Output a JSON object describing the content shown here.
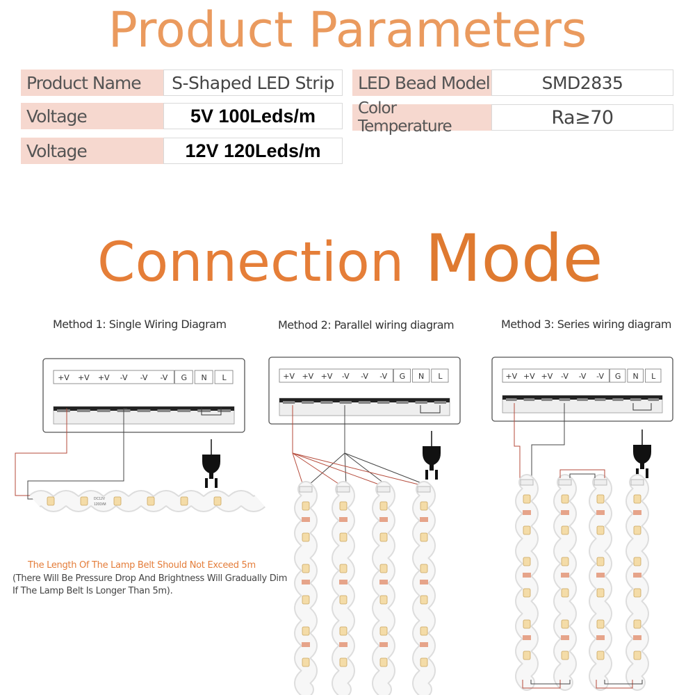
{
  "title": "Product Parameters",
  "params": {
    "name_label": "Product Name",
    "name_value": "S-Shaped LED Strip",
    "voltage1_label": "Voltage",
    "voltage1_value": "5V 100Leds/m",
    "voltage2_label": "Voltage",
    "voltage2_value": "12V 120Leds/m",
    "bead_label": "LED Bead Model",
    "bead_value": "SMD2835",
    "ct_label": "Color Temperature",
    "ct_value": "Ra≥70"
  },
  "connection": {
    "word1": "Connection",
    "word2": "Mode"
  },
  "methods": [
    {
      "label": "Method 1: Single Wiring Diagram"
    },
    {
      "label": "Method 2: Parallel wiring diagram"
    },
    {
      "label": "Method 3: Series wiring diagram"
    }
  ],
  "terminals": [
    "+V",
    "+V",
    "+V",
    "-V",
    "-V",
    "-V",
    "G",
    "N",
    "L"
  ],
  "strip_marks": {
    "dc": "DC12V",
    "count": "120D/M"
  },
  "note": {
    "line1": "The Length Of The Lamp Belt Should Not Exceed 5m",
    "line2": "(There Will Be Pressure Drop And Brightness Will Gradually Dim If The Lamp Belt Is Longer Than 5m)."
  },
  "colors": {
    "title": "#ea9a5e",
    "mode": "#df7a30",
    "label_bg": "#f6d8cf",
    "wire_pos": "#b54a3a",
    "wire_neg": "#444444"
  }
}
